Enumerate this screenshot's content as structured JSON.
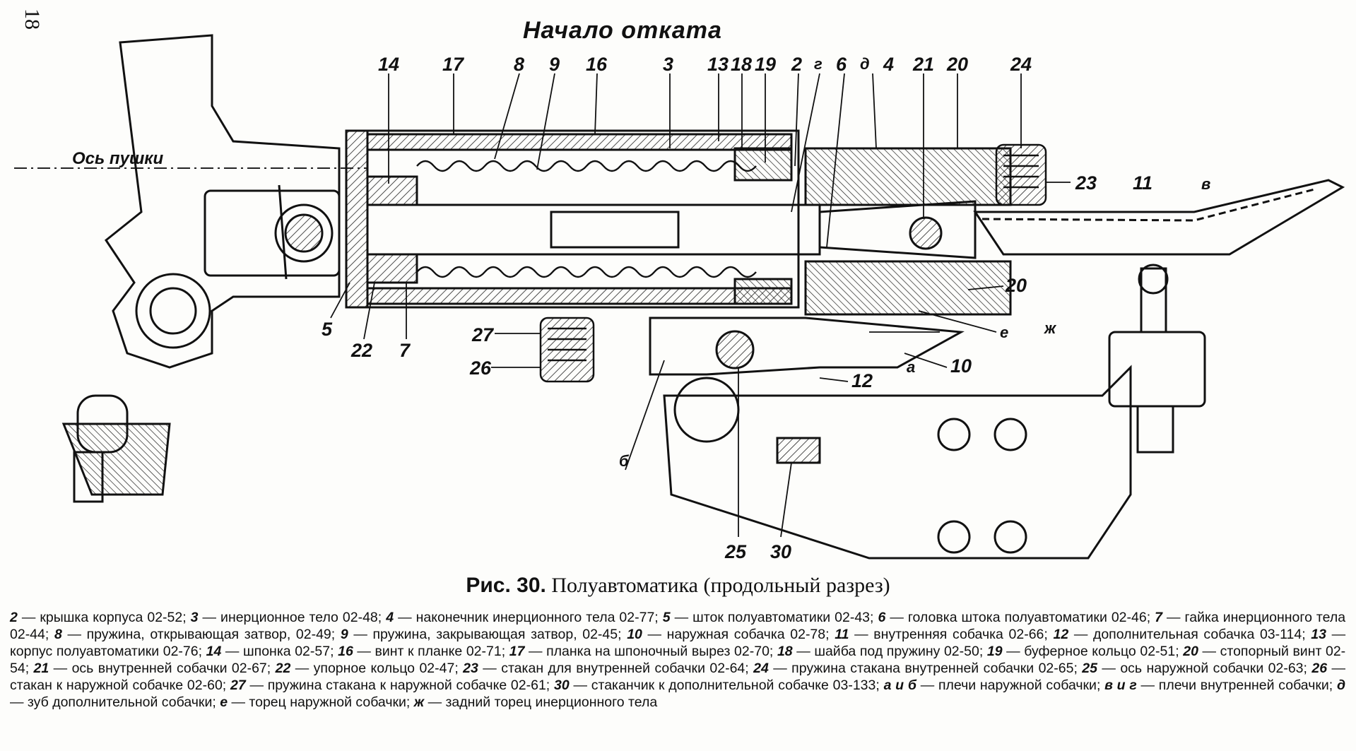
{
  "page_number": "18",
  "figure_heading": "Начало отката",
  "axis_label": "Ось пушки",
  "caption": {
    "prefix": "Рис. 30.",
    "title": "Полуавтоматика (продольный разрез)"
  },
  "callouts": {
    "c14": "14",
    "c17": "17",
    "c8": "8",
    "c9": "9",
    "c16": "16",
    "c3": "3",
    "c13": "13",
    "c18": "18",
    "c19": "19",
    "c2": "2",
    "cg": "г",
    "c6": "6",
    "cd": "д",
    "c4": "4",
    "c21": "21",
    "c20a": "20",
    "c24": "24",
    "c23": "23",
    "c11": "11",
    "cv": "в",
    "c5": "5",
    "c22": "22",
    "c7": "7",
    "c20b": "20",
    "czh": "ж",
    "ce": "е",
    "c27": "27",
    "c26": "26",
    "ca": "а",
    "c10": "10",
    "c12": "12",
    "cb": "б",
    "c25": "25",
    "c30": "30"
  },
  "legend": [
    {
      "key": "2",
      "text": "— крышка корпуса 02-52;"
    },
    {
      "key": "3",
      "text": "— инерционное тело 02-48;"
    },
    {
      "key": "4",
      "text": "— наконечник инерционного тела 02-77;"
    },
    {
      "key": "5",
      "text": "— шток полуавтоматики 02-43;"
    },
    {
      "key": "6",
      "text": "— головка штока полуавтоматики 02-46;"
    },
    {
      "key": "7",
      "text": "— гайка инерционного тела 02-44;"
    },
    {
      "key": "8",
      "text": "— пружина, открывающая затвор, 02-49;"
    },
    {
      "key": "9",
      "text": "— пружина, закрывающая затвор, 02-45;"
    },
    {
      "key": "10",
      "text": "— наружная собачка 02-78;"
    },
    {
      "key": "11",
      "text": "— внутренняя собачка 02-66;"
    },
    {
      "key": "12",
      "text": "— дополнительная собачка 03-114;"
    },
    {
      "key": "13",
      "text": "— корпус полуавтоматики 02-76;"
    },
    {
      "key": "14",
      "text": "— шпонка 02-57;"
    },
    {
      "key": "16",
      "text": "— винт к планке 02-71;"
    },
    {
      "key": "17",
      "text": "— планка на шпоночный вырез 02-70;"
    },
    {
      "key": "18",
      "text": "— шайба под пружину 02-50;"
    },
    {
      "key": "19",
      "text": "— буферное кольцо 02-51;"
    },
    {
      "key": "20",
      "text": "— стопорный винт 02-54;"
    },
    {
      "key": "21",
      "text": "— ось внутренней собачки 02-67;"
    },
    {
      "key": "22",
      "text": "— упорное кольцо 02-47;"
    },
    {
      "key": "23",
      "text": "— стакан для внутренней собачки 02-64;"
    },
    {
      "key": "24",
      "text": "— пружина стакана внутренней собачки 02-65;"
    },
    {
      "key": "25",
      "text": "— ось наружной собачки 02-63;"
    },
    {
      "key": "26",
      "text": "— стакан к наружной собачке 02-60;"
    },
    {
      "key": "27",
      "text": "— пружина стакана к наружной собачке 02-61;"
    },
    {
      "key": "30",
      "text": "— стаканчик к дополнительной собачке 03-133;"
    },
    {
      "key": "а и б",
      "text": "— плечи наружной собачки;"
    },
    {
      "key": "в и г",
      "text": "— плечи внутренней собачки;"
    },
    {
      "key": "д",
      "text": "— зуб дополнительной собачки;"
    },
    {
      "key": "е",
      "text": "— торец наружной собачки;"
    },
    {
      "key": "ж",
      "text": "— задний торец инерционного тела"
    }
  ]
}
